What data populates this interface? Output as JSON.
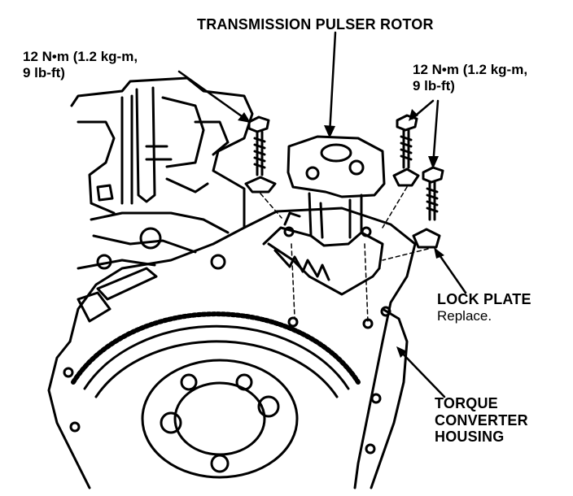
{
  "labels": {
    "rotor": "TRANSMISSION PULSER ROTOR",
    "torque_left_line1": "12 N•m (1.2 kg-m,",
    "torque_left_line2": "9 lb-ft)",
    "torque_right_line1": "12 N•m (1.2 kg-m,",
    "torque_right_line2": "9 lb-ft)",
    "lock_plate": "LOCK PLATE",
    "lock_plate_note": "Replace.",
    "housing_line1": "TORQUE",
    "housing_line2": "CONVERTER",
    "housing_line3": "HOUSING"
  },
  "colors": {
    "ink": "#000000",
    "paper": "#ffffff"
  }
}
